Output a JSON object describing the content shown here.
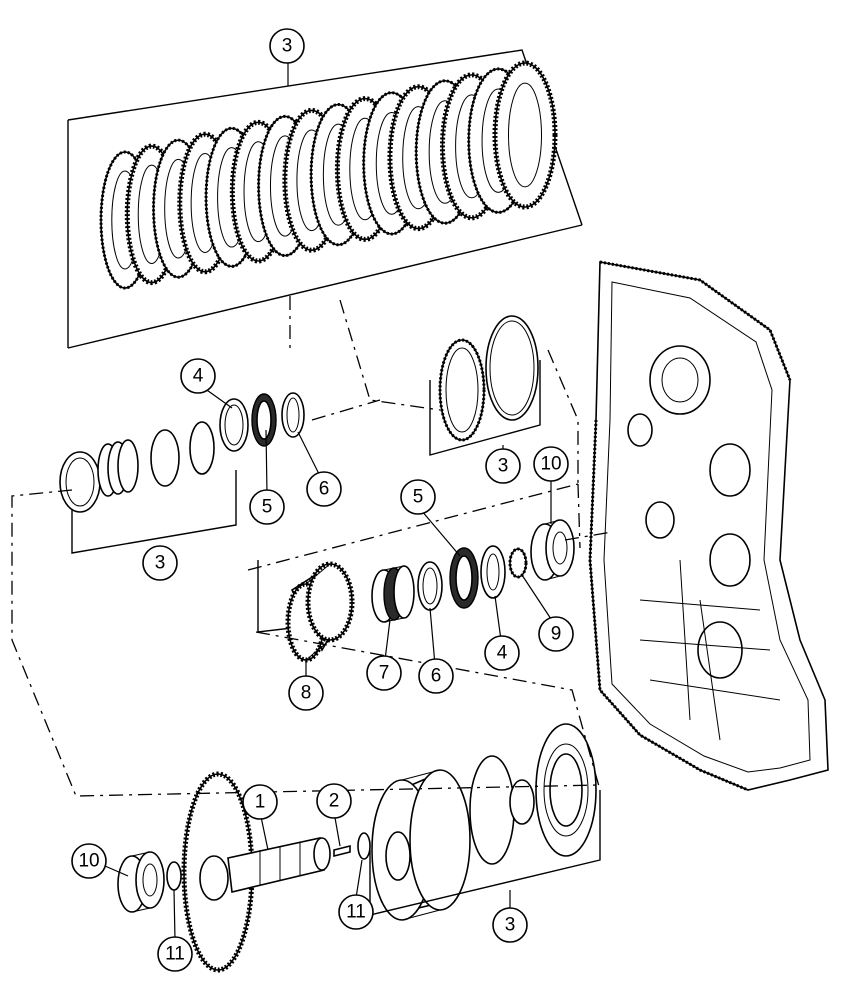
{
  "diagram": {
    "callouts": [
      {
        "id": "c-3-top",
        "label": "3"
      },
      {
        "id": "c-4-a",
        "label": "4"
      },
      {
        "id": "c-5-a",
        "label": "5"
      },
      {
        "id": "c-6-a",
        "label": "6"
      },
      {
        "id": "c-3-left",
        "label": "3"
      },
      {
        "id": "c-3-right",
        "label": "3"
      },
      {
        "id": "c-10-a",
        "label": "10"
      },
      {
        "id": "c-5-b",
        "label": "5"
      },
      {
        "id": "c-9",
        "label": "9"
      },
      {
        "id": "c-4-b",
        "label": "4"
      },
      {
        "id": "c-6-b",
        "label": "6"
      },
      {
        "id": "c-7",
        "label": "7"
      },
      {
        "id": "c-8",
        "label": "8"
      },
      {
        "id": "c-1",
        "label": "1"
      },
      {
        "id": "c-2",
        "label": "2"
      },
      {
        "id": "c-10-b",
        "label": "10"
      },
      {
        "id": "c-11-a",
        "label": "11"
      },
      {
        "id": "c-11-b",
        "label": "11"
      },
      {
        "id": "c-3-bottom",
        "label": "3"
      }
    ]
  }
}
